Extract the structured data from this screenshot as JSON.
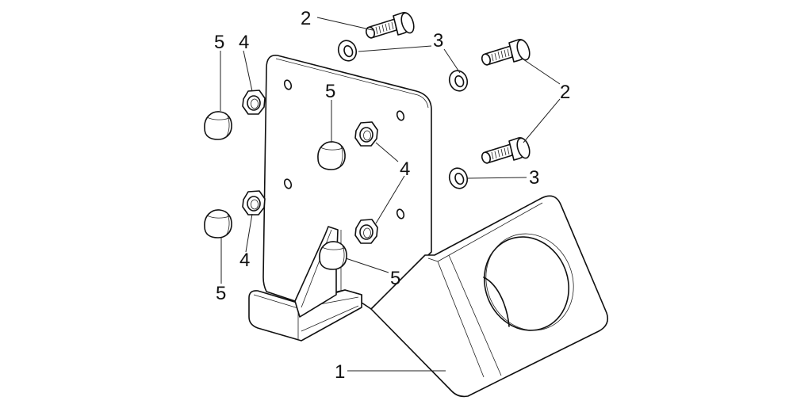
{
  "diagram": {
    "type": "exploded-parts-diagram",
    "callouts": [
      {
        "id": "c2a",
        "label": "2",
        "part": "socket-head-screw"
      },
      {
        "id": "c3a",
        "label": "3",
        "part": "washer"
      },
      {
        "id": "c2b",
        "label": "2",
        "part": "socket-head-screw"
      },
      {
        "id": "c3b",
        "label": "3",
        "part": "washer"
      },
      {
        "id": "c5a",
        "label": "5",
        "part": "cap"
      },
      {
        "id": "c4a",
        "label": "4",
        "part": "hex-nut"
      },
      {
        "id": "c5b",
        "label": "5",
        "part": "cap"
      },
      {
        "id": "c4b",
        "label": "4",
        "part": "hex-nut"
      },
      {
        "id": "c4c",
        "label": "4",
        "part": "hex-nut"
      },
      {
        "id": "c5c",
        "label": "5",
        "part": "cap"
      },
      {
        "id": "c5d",
        "label": "5",
        "part": "cap"
      },
      {
        "id": "c1",
        "label": "1",
        "part": "bracket"
      }
    ],
    "colors": {
      "line": "#111111",
      "background": "#ffffff"
    }
  }
}
